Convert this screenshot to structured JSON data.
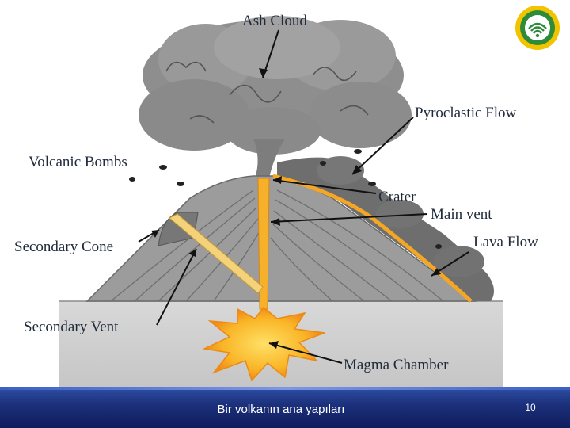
{
  "diagram": {
    "labels": {
      "ash_cloud": "Ash Cloud",
      "pyroclastic_flow": "Pyroclastic Flow",
      "volcanic_bombs": "Volcanic Bombs",
      "crater": "Crater",
      "main_vent": "Main vent",
      "secondary_cone": "Secondary Cone",
      "lava_flow": "Lava Flow",
      "secondary_vent": "Secondary Vent",
      "magma_chamber": "Magma Chamber"
    }
  },
  "footer": {
    "caption": "Bir volkanın ana yapıları",
    "page_number": "10"
  },
  "logo": {
    "icon": "institution-seal-icon",
    "colors": [
      "#f2c400",
      "#2e8b3a"
    ]
  },
  "colors": {
    "footer_bar": "#1b2f7a",
    "lava": "#f5a623",
    "magma": "#f7b21d",
    "rock": "#9a9a9a",
    "ground": "#cfcfcf",
    "ash": "#808080"
  }
}
